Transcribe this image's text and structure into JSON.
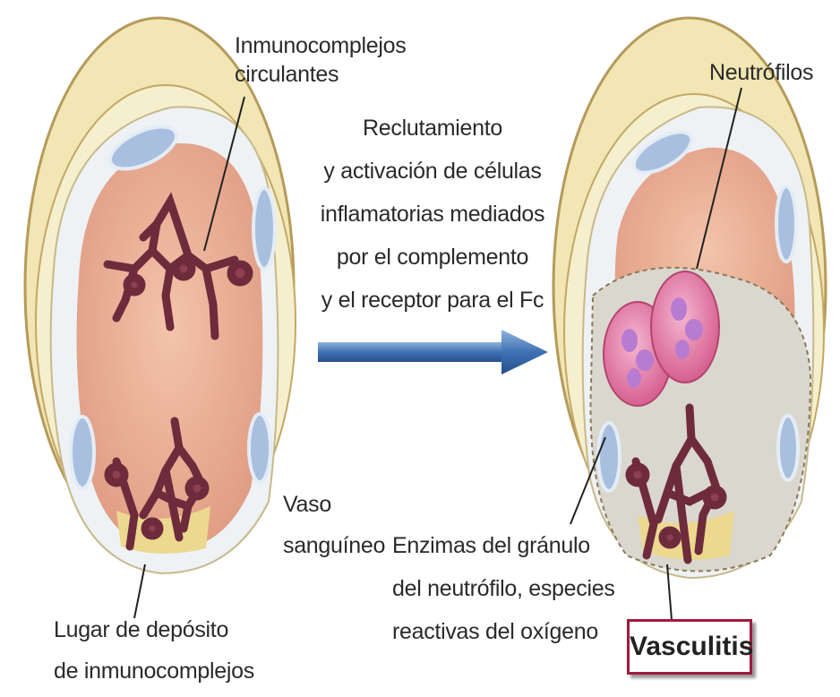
{
  "labels": {
    "inmunocomplejos_1": "Inmunocomplejos",
    "inmunocomplejos_2": "circulantes",
    "reclutamiento_1": "Reclutamiento",
    "reclutamiento_2": "y activación de células",
    "reclutamiento_3": "inflamatorias mediados",
    "reclutamiento_4": "por el complemento",
    "reclutamiento_5": "y el receptor para el Fc",
    "neutrofilos": "Neutrófilos",
    "vaso_1": "Vaso",
    "vaso_2": "sanguíneo",
    "enzimas_1": "Enzimas del gránulo",
    "enzimas_2": "del neutrófilo, especies",
    "enzimas_3": "reactivas del oxígeno",
    "lugar_1": "Lugar de depósito",
    "lugar_2": "de inmunocomplejos",
    "vasculitis": "Vasculitis"
  },
  "colors": {
    "vessel_wall": "#f1e6b4",
    "vessel_outline": "#b59a5a",
    "lumen": "#e6a48b",
    "immune_complex": "#7a3444",
    "neutrophil": "#e07aa8",
    "arrow": "#3a6aa8",
    "vasculitis_border": "#a01c3c"
  }
}
